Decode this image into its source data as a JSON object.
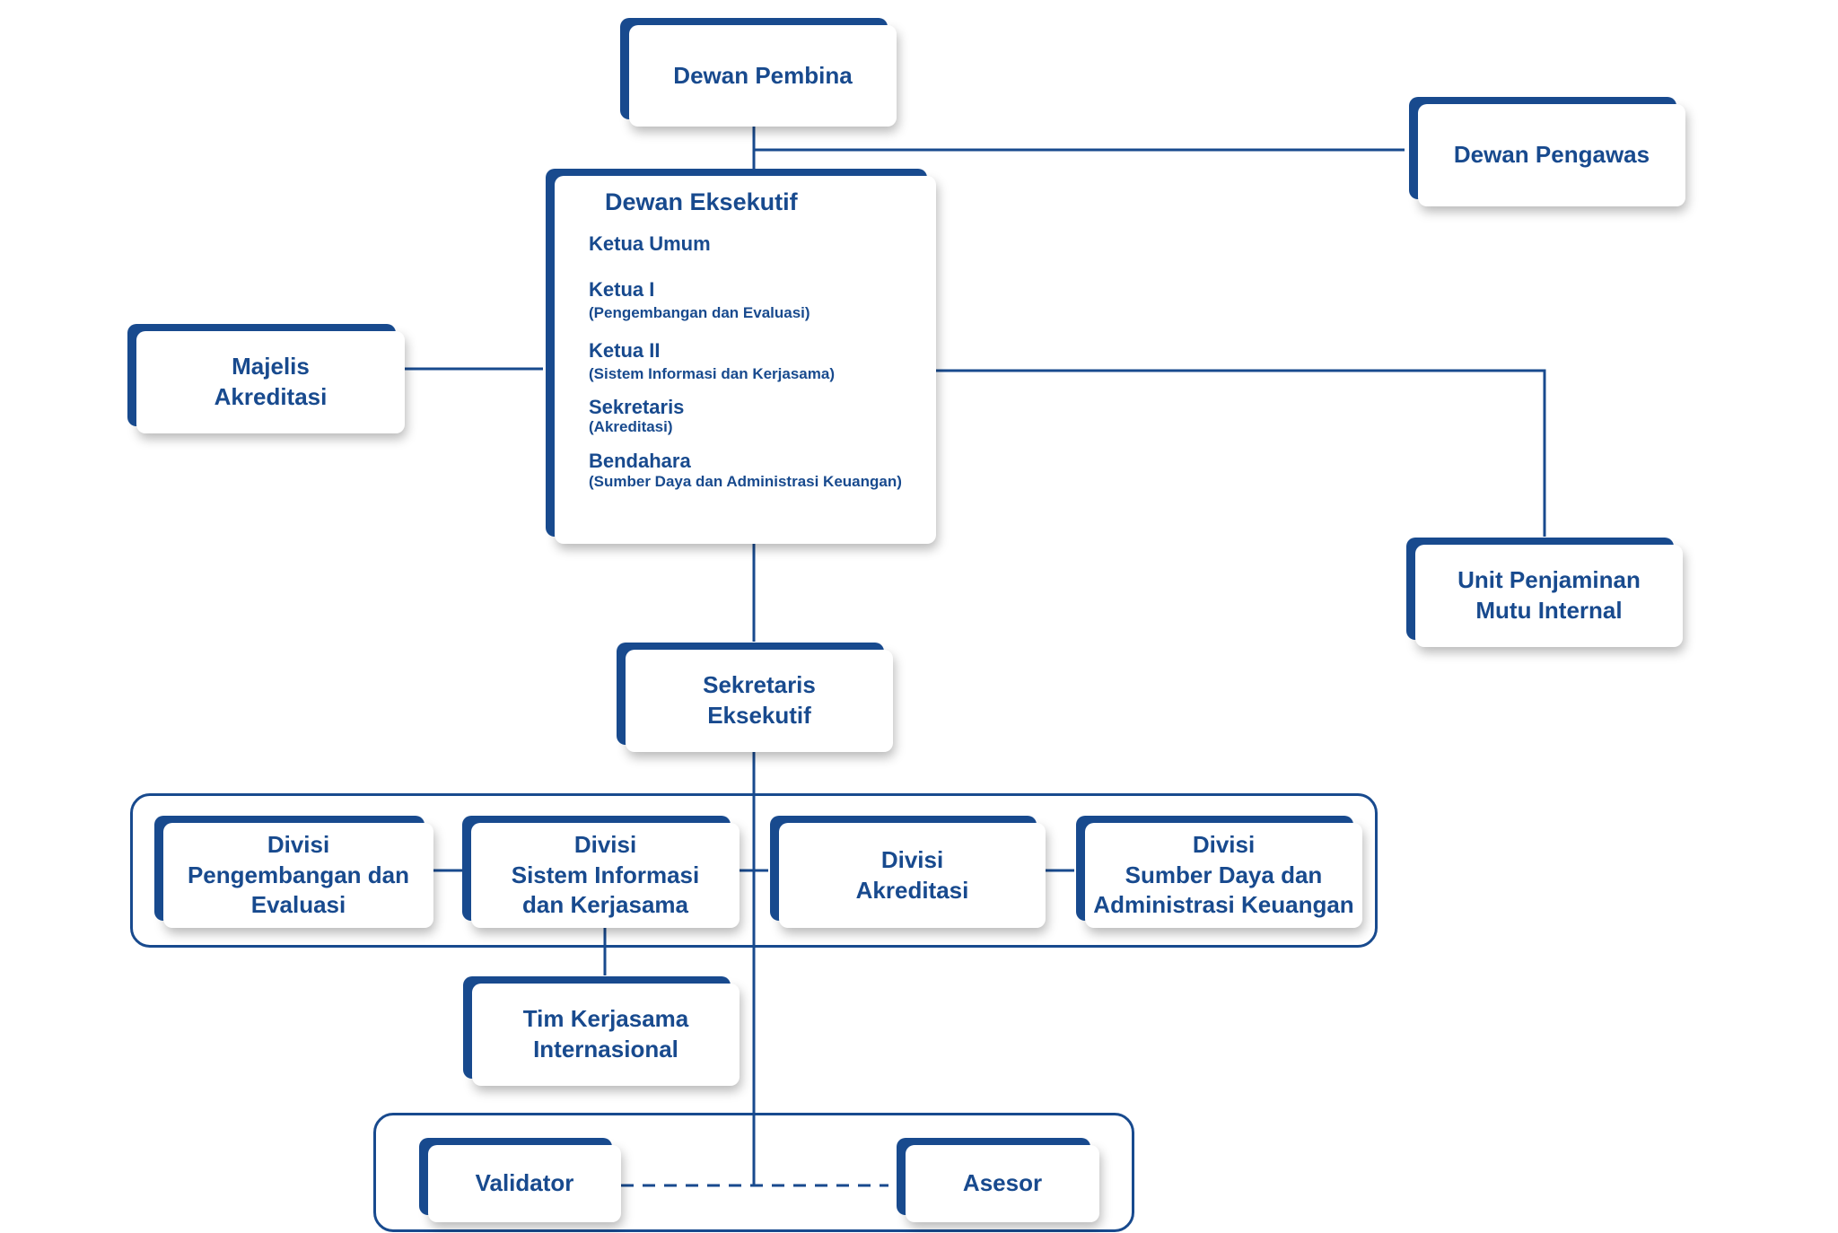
{
  "colors": {
    "primary": "#184a8e",
    "background": "#ffffff"
  },
  "dewan_pembina": {
    "label": "Dewan Pembina"
  },
  "dewan_pengawas": {
    "label": "Dewan Pengawas"
  },
  "majelis_akreditasi": {
    "lines": [
      "Majelis",
      "Akreditasi"
    ]
  },
  "dewan_eksekutif": {
    "title": "Dewan Eksekutif",
    "members": [
      {
        "role": "Ketua Umum",
        "detail": ""
      },
      {
        "role": "Ketua I",
        "detail": "(Pengembangan dan Evaluasi)"
      },
      {
        "role": "Ketua II",
        "detail": "(Sistem Informasi dan Kerjasama)"
      },
      {
        "role": "Sekretaris",
        "detail": "(Akreditasi)"
      },
      {
        "role": "Bendahara",
        "detail": "(Sumber Daya dan Administrasi Keuangan)"
      }
    ]
  },
  "unit_penjaminan": {
    "lines": [
      "Unit Penjaminan",
      "Mutu Internal"
    ]
  },
  "sekretaris_eksekutif": {
    "lines": [
      "Sekretaris",
      "Eksekutif"
    ]
  },
  "divisions": [
    {
      "lines": [
        "Divisi",
        "Pengembangan dan",
        "Evaluasi"
      ]
    },
    {
      "lines": [
        "Divisi",
        "Sistem Informasi",
        "dan Kerjasama"
      ]
    },
    {
      "lines": [
        "Divisi",
        "Akreditasi"
      ]
    },
    {
      "lines": [
        "Divisi",
        "Sumber Daya dan",
        "Administrasi Keuangan"
      ]
    }
  ],
  "tim_kerjasama": {
    "lines": [
      "Tim Kerjasama",
      "Internasional"
    ]
  },
  "validator": {
    "label": "Validator"
  },
  "asesor": {
    "label": "Asesor"
  }
}
